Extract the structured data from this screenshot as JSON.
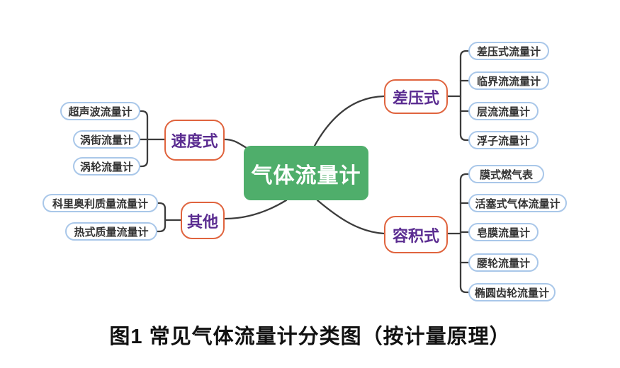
{
  "figure": {
    "caption": "图1 常见气体流量计分类图（按计量原理）"
  },
  "colors": {
    "root_bg": "#4fae6b",
    "root_text": "#ffffff",
    "branch_border": "#e0643e",
    "branch_text": "#5b2d91",
    "leaf_border": "#a9c7e9",
    "leaf_text": "#333333",
    "connector_line": "#3c3c3c",
    "background": "#ffffff"
  },
  "mindmap": {
    "root": {
      "label": "气体流量计"
    },
    "branches": [
      {
        "label": "速度式",
        "side": "left",
        "children": [
          {
            "label": "超声波流量计"
          },
          {
            "label": "涡街流量计"
          },
          {
            "label": "涡轮流量计"
          }
        ]
      },
      {
        "label": "其他",
        "side": "left",
        "children": [
          {
            "label": "科里奥利质量流量计"
          },
          {
            "label": "热式质量流量计"
          }
        ]
      },
      {
        "label": "差压式",
        "side": "right",
        "children": [
          {
            "label": "差压式流量计"
          },
          {
            "label": "临界流流量计"
          },
          {
            "label": "层流流量计"
          },
          {
            "label": "浮子流量计"
          }
        ]
      },
      {
        "label": "容积式",
        "side": "right",
        "children": [
          {
            "label": "膜式燃气表"
          },
          {
            "label": "活塞式气体流量计"
          },
          {
            "label": "皂膜流量计"
          },
          {
            "label": "腰轮流量计"
          },
          {
            "label": "椭圆齿轮流量计"
          }
        ]
      }
    ]
  }
}
